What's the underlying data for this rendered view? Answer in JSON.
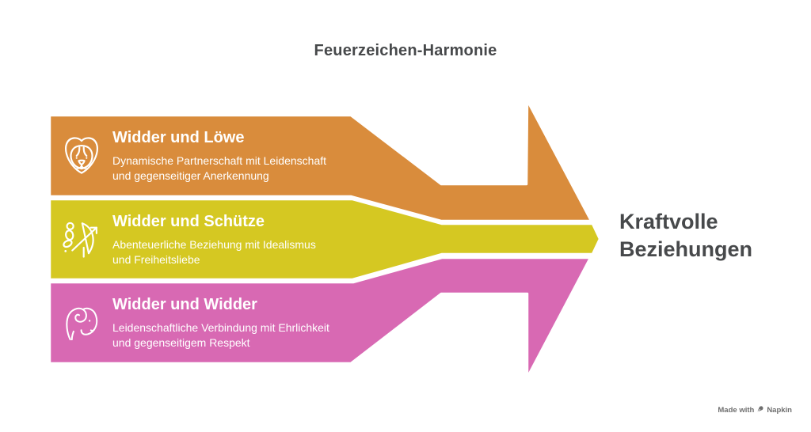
{
  "title": "Feuerzeichen-Harmonie",
  "bands": [
    {
      "title": "Widder und Löwe",
      "description": "Dynamische Partnerschaft mit Leidenschaft\nund gegenseitiger Anerkennung",
      "icon": "lion-icon",
      "color": "#D98C3C"
    },
    {
      "title": "Widder und Schütze",
      "description": "Abenteuerliche Beziehung mit Idealismus\nund Freiheitsliebe",
      "icon": "archer-icon",
      "color": "#D5C822"
    },
    {
      "title": "Widder und Widder",
      "description": "Leidenschaftliche Verbindung mit Ehrlichkeit\nund gegenseitigem Respekt",
      "icon": "ram-icon",
      "color": "#D869B3"
    }
  ],
  "result_label": "Kraftvolle Beziehungen",
  "watermark": {
    "prefix": "Made with",
    "brand": "Napkin",
    "icon": "pen-icon"
  },
  "colors": {
    "band_orange": "#D98C3C",
    "band_yellow": "#D5C822",
    "band_pink": "#D869B3",
    "heading_text": "#47494B",
    "band_text": "#FFFFFF",
    "watermark_text": "#6E6E6E",
    "background": "#FFFFFF"
  }
}
